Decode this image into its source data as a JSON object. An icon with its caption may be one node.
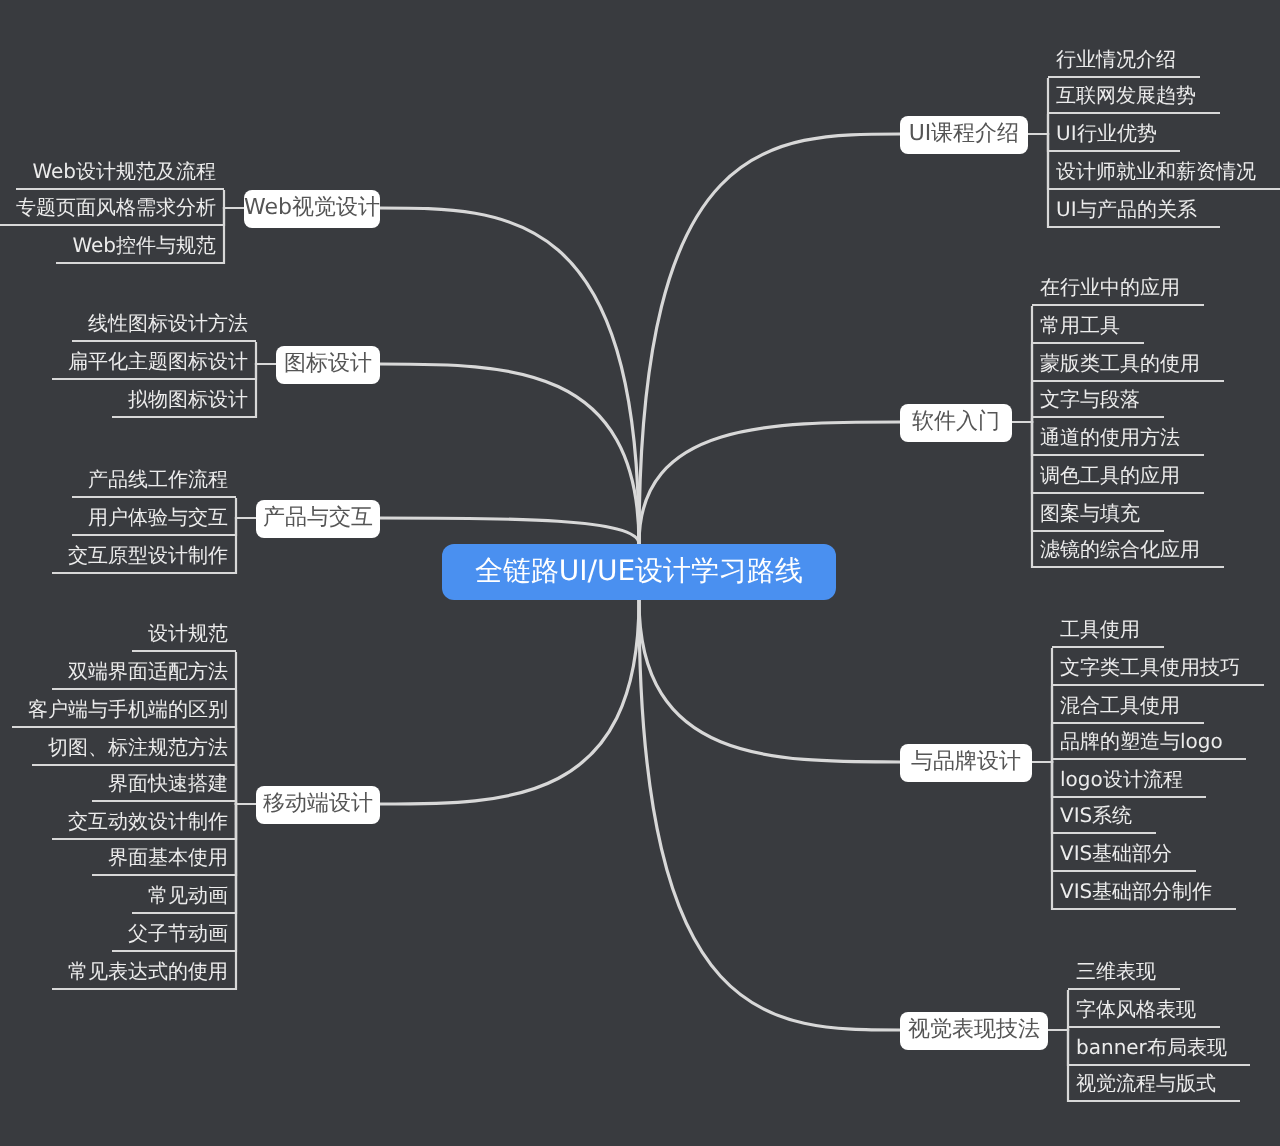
{
  "diagram": {
    "nodes": [
      {
        "text": [
          "全链路UI/UE设计学习路线"
        ]
      },
      {
        "text": [
          "Web视觉设计"
        ]
      },
      {
        "text": [
          "Web设计规范及流程"
        ]
      },
      {
        "text": [
          "专题页面风格需求分析"
        ]
      },
      {
        "text": [
          "Web控件与规范"
        ]
      },
      {
        "text": [
          "图标设计"
        ]
      },
      {
        "text": [
          "线性图标设计方法"
        ]
      },
      {
        "text": [
          "扁平化主题图标设计"
        ]
      },
      {
        "text": [
          "拟物图标设计"
        ]
      },
      {
        "text": [
          "产品与交互"
        ]
      },
      {
        "text": [
          "产品线工作流程"
        ]
      },
      {
        "text": [
          "用户体验与交互"
        ]
      },
      {
        "text": [
          "交互原型设计制作"
        ]
      },
      {
        "text": [
          "移动端设计"
        ]
      },
      {
        "text": [
          "设计规范"
        ]
      },
      {
        "text": [
          "双端界面适配方法"
        ]
      },
      {
        "text": [
          "客户端与手机端的区别"
        ]
      },
      {
        "text": [
          "切图、标注规范方法"
        ]
      },
      {
        "text": [
          "界面快速搭建"
        ]
      },
      {
        "text": [
          "交互动效设计制作"
        ]
      },
      {
        "text": [
          "界面基本使用"
        ]
      },
      {
        "text": [
          "常见动画"
        ]
      },
      {
        "text": [
          "父子节动画"
        ]
      },
      {
        "text": [
          "常见表达式的使用"
        ]
      },
      {
        "text": [
          "UI课程介绍"
        ]
      },
      {
        "text": [
          "行业情况介绍"
        ]
      },
      {
        "text": [
          "互联网发展趋势"
        ]
      },
      {
        "text": [
          "UI行业优势"
        ]
      },
      {
        "text": [
          "设计师就业和薪资情况"
        ]
      },
      {
        "text": [
          "UI与产品的关系"
        ]
      },
      {
        "text": [
          "软件入门"
        ]
      },
      {
        "text": [
          "在行业中的应用"
        ]
      },
      {
        "text": [
          "常用工具"
        ]
      },
      {
        "text": [
          "蒙版类工具的使用"
        ]
      },
      {
        "text": [
          "文字与段落"
        ]
      },
      {
        "text": [
          "通道的使用方法"
        ]
      },
      {
        "text": [
          "调色工具的应用"
        ]
      },
      {
        "text": [
          "图案与填充"
        ]
      },
      {
        "text": [
          "滤镜的综合化应用"
        ]
      },
      {
        "text": [
          "与品牌设计"
        ]
      },
      {
        "text": [
          "工具使用"
        ]
      },
      {
        "text": [
          "文字类工具使用技巧"
        ]
      },
      {
        "text": [
          "混合工具使用"
        ]
      },
      {
        "text": [
          "品牌的塑造与logo"
        ]
      },
      {
        "text": [
          "logo设计流程"
        ]
      },
      {
        "text": [
          "VIS系统"
        ]
      },
      {
        "text": [
          "VIS基础部分"
        ]
      },
      {
        "text": [
          "VIS基础部分制作"
        ]
      },
      {
        "text": [
          "视觉表现技法"
        ]
      },
      {
        "text": [
          "三维表现"
        ]
      },
      {
        "text": [
          "字体风格表现"
        ]
      },
      {
        "text": [
          "banner布局表现"
        ]
      },
      {
        "text": [
          "视觉流程与版式"
        ]
      }
    ],
    "edges": [
      {
        "from": 0,
        "to": 1,
        "arrow": "none"
      },
      {
        "from": 0,
        "to": 5,
        "arrow": "none"
      },
      {
        "from": 0,
        "to": 9,
        "arrow": "none"
      },
      {
        "from": 0,
        "to": 13,
        "arrow": "none"
      },
      {
        "from": 0,
        "to": 24,
        "arrow": "none"
      },
      {
        "from": 0,
        "to": 30,
        "arrow": "none"
      },
      {
        "from": 0,
        "to": 39,
        "arrow": "none"
      },
      {
        "from": 0,
        "to": 48,
        "arrow": "none"
      },
      {
        "from": 1,
        "to": 2,
        "arrow": "none"
      },
      {
        "from": 1,
        "to": 3,
        "arrow": "none"
      },
      {
        "from": 1,
        "to": 4,
        "arrow": "none"
      },
      {
        "from": 5,
        "to": 6,
        "arrow": "none"
      },
      {
        "from": 5,
        "to": 7,
        "arrow": "none"
      },
      {
        "from": 5,
        "to": 8,
        "arrow": "none"
      },
      {
        "from": 9,
        "to": 10,
        "arrow": "none"
      },
      {
        "from": 9,
        "to": 11,
        "arrow": "none"
      },
      {
        "from": 9,
        "to": 12,
        "arrow": "none"
      },
      {
        "from": 13,
        "to": 14,
        "arrow": "none"
      },
      {
        "from": 13,
        "to": 15,
        "arrow": "none"
      },
      {
        "from": 13,
        "to": 16,
        "arrow": "none"
      },
      {
        "from": 13,
        "to": 17,
        "arrow": "none"
      },
      {
        "from": 13,
        "to": 18,
        "arrow": "none"
      },
      {
        "from": 13,
        "to": 19,
        "arrow": "none"
      },
      {
        "from": 13,
        "to": 20,
        "arrow": "none"
      },
      {
        "from": 13,
        "to": 21,
        "arrow": "none"
      },
      {
        "from": 13,
        "to": 22,
        "arrow": "none"
      },
      {
        "from": 13,
        "to": 23,
        "arrow": "none"
      },
      {
        "from": 24,
        "to": 25,
        "arrow": "none"
      },
      {
        "from": 24,
        "to": 26,
        "arrow": "none"
      },
      {
        "from": 24,
        "to": 27,
        "arrow": "none"
      },
      {
        "from": 24,
        "to": 28,
        "arrow": "none"
      },
      {
        "from": 24,
        "to": 29,
        "arrow": "none"
      },
      {
        "from": 30,
        "to": 31,
        "arrow": "none"
      },
      {
        "from": 30,
        "to": 32,
        "arrow": "none"
      },
      {
        "from": 30,
        "to": 33,
        "arrow": "none"
      },
      {
        "from": 30,
        "to": 34,
        "arrow": "none"
      },
      {
        "from": 30,
        "to": 35,
        "arrow": "none"
      },
      {
        "from": 30,
        "to": 36,
        "arrow": "none"
      },
      {
        "from": 30,
        "to": 37,
        "arrow": "none"
      },
      {
        "from": 30,
        "to": 38,
        "arrow": "none"
      },
      {
        "from": 39,
        "to": 40,
        "arrow": "none"
      },
      {
        "from": 39,
        "to": 41,
        "arrow": "none"
      },
      {
        "from": 39,
        "to": 42,
        "arrow": "none"
      },
      {
        "from": 39,
        "to": 43,
        "arrow": "none"
      },
      {
        "from": 39,
        "to": 44,
        "arrow": "none"
      },
      {
        "from": 39,
        "to": 45,
        "arrow": "none"
      },
      {
        "from": 39,
        "to": 46,
        "arrow": "none"
      },
      {
        "from": 39,
        "to": 47,
        "arrow": "none"
      },
      {
        "from": 48,
        "to": 49,
        "arrow": "none"
      },
      {
        "from": 48,
        "to": 50,
        "arrow": "none"
      },
      {
        "from": 48,
        "to": 51,
        "arrow": "none"
      },
      {
        "from": 48,
        "to": 52,
        "arrow": "none"
      }
    ]
  }
}
